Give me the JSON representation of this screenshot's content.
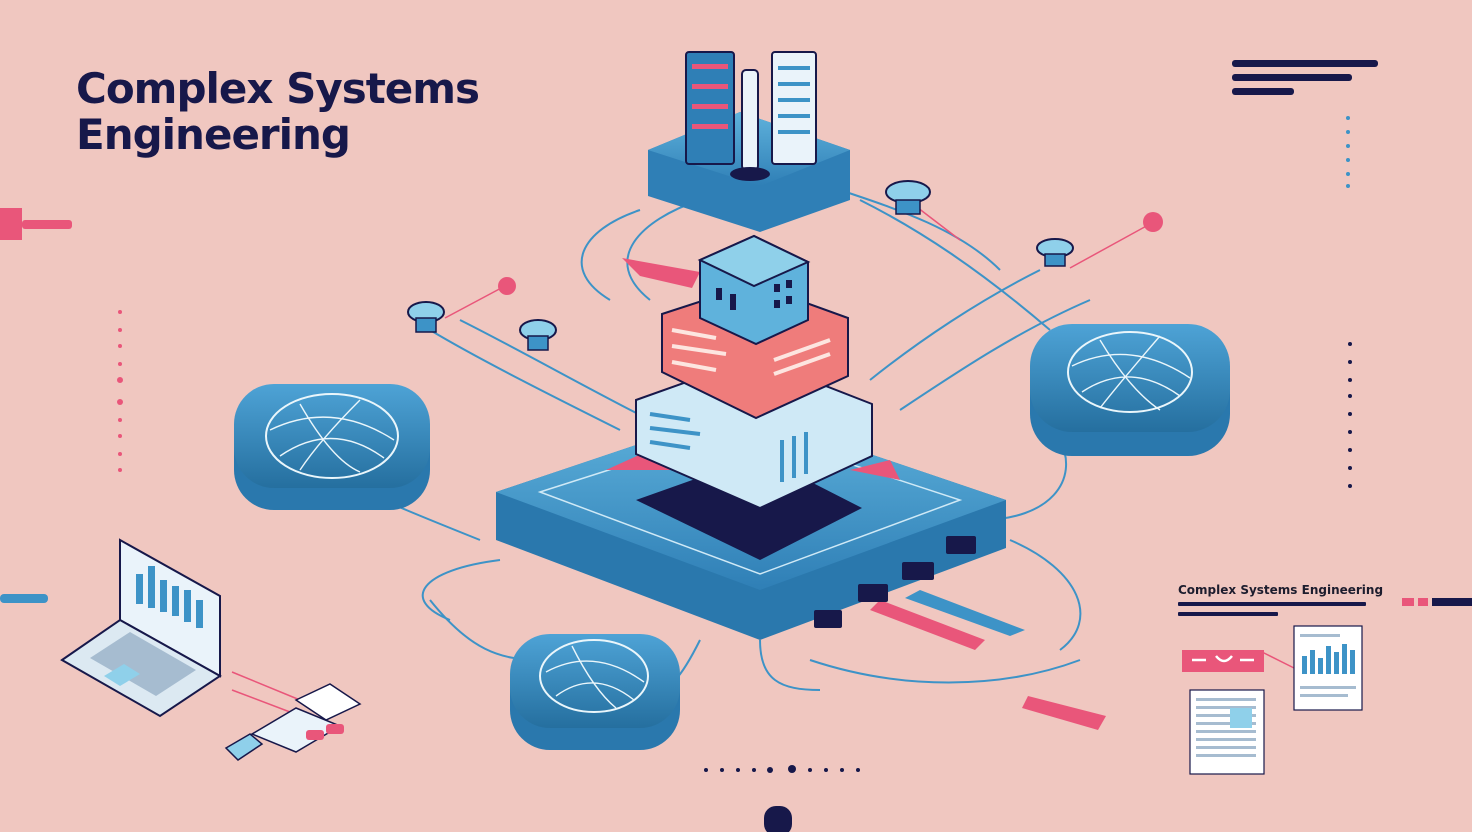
{
  "title": {
    "line1": "Complex Systems",
    "line2": "Engineering"
  },
  "side_panel": {
    "heading": "Complex Systems Engineering"
  },
  "colors": {
    "background": "#f0c7c0",
    "navy": "#17184a",
    "blue": "#3d93c7",
    "light_blue": "#8fd0ea",
    "pink": "#e9567a",
    "coral": "#ef7c7b"
  },
  "icons": [
    "server-stack-icon",
    "globe-network-icon",
    "laptop-icon",
    "keyboard-icon",
    "document-icon",
    "chart-icon",
    "sensor-icon"
  ]
}
